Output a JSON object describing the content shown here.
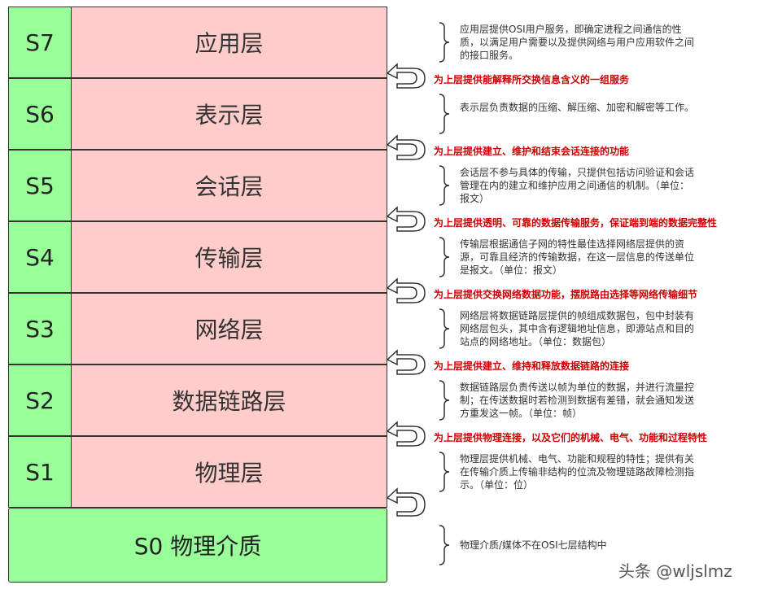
{
  "layers": [
    {
      "id": "S7",
      "name": "应用层",
      "desc": "应用层提供OSI用户服务，即确定进程之间通信的性质，以满足用户需要以及提供网络与用户应用软件之间的接口服务。"
    },
    {
      "id": "S6",
      "name": "表示层",
      "desc": "表示层负责数据的压缩、解压缩、加密和解密等工作。"
    },
    {
      "id": "S5",
      "name": "会话层",
      "desc": "会话层不参与具体的传输，只提供包括访问验证和会话管理在内的建立和维护应用之间通信的机制。（单位：报文）"
    },
    {
      "id": "S4",
      "name": "传输层",
      "desc": "传输层根据通信子网的特性最佳选择网络层提供的资源，可靠且经济的传输数据，在这一层信息的传送单位是报文。（单位：报文）"
    },
    {
      "id": "S3",
      "name": "网络层",
      "desc": "网络层将数据链路层提供的帧组成数据包，包中封装有网络层包头，其中含有逻辑地址信息，即源站点和目的站点的网络地址。（单位：数据包）"
    },
    {
      "id": "S2",
      "name": "数据链路层",
      "desc": "数据链路层负责传送以帧为单位的数据，并进行流量控制；在传送数据时若检测到数据有差错，就会通知发送方重发这一帧。（单位：帧）"
    },
    {
      "id": "S1",
      "name": "物理层",
      "desc": "物理层提供机械、电气、功能和规程的特性；提供有关在传输介质上传输非结构的位流及物理链路故障检测指示。（单位：位）"
    }
  ],
  "medium": {
    "label": "S0 物理介质",
    "desc": "物理介质/媒体不在OSI七层结构中"
  },
  "interfaces": [
    "为上层提供能解释所交换信息含义的一组服务",
    "为上层提供建立、维护和结束会话连接的功能",
    "为上层提供透明、可靠的数据传输服务，保证端到端的数据完整性",
    "为上层提供交换网络数据功能，摆脱路由选择等网络传输细节",
    "为上层提供建立、维持和释放数据链路的连接",
    "为上层提供物理连接，以及它们的机械、电气、功能和过程特性"
  ],
  "watermark": "头条 @wljslmz"
}
